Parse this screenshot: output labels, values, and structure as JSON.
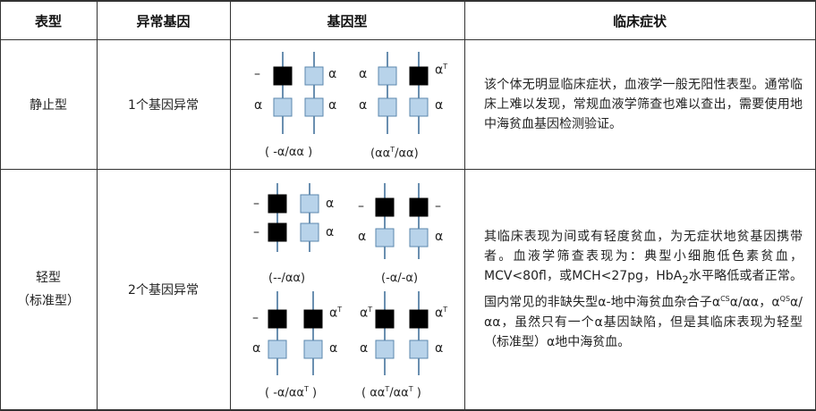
{
  "headers": {
    "phenotype": "表型",
    "abnormal_genes": "异常基因",
    "genotype": "基因型",
    "clinical": "临床症状"
  },
  "rows": [
    {
      "phenotype": "静止型",
      "abnormal_genes": "1个基因异常",
      "genotypes": [
        "( -α/αα )",
        "(αα<sup>T</sup>/αα)"
      ],
      "clinical": "该个体无明显临床症状，血液学一般无阳性表型。通常临床上难以发现，常规血液学筛查也难以查出，需要使用地中海贫血基因检测验证。"
    },
    {
      "phenotype": "轻型",
      "phenotype_sub": "（标准型）",
      "abnormal_genes": "2个基因异常",
      "genotypes": [
        "(--/αα)",
        "(-α/-α)",
        "( -α/αα<sup>T</sup> )",
        "( αα<sup>T</sup>/αα<sup>T</sup> )"
      ],
      "clinical": "其临床表现为间或有轻度贫血，为无症状地贫基因携带者。血液学筛查表现为：典型小细胞低色素贫血，MCV<80fl，或MCH<27pg，HbA<sub>2</sub>水平略低或者正常。国内常见的非缺失型α-地中海贫血杂合子α<sup>CS</sup>α/αα，α<sup>QS</sup>α/αα，虽然只有一个α基因缺陷，但是其临床表现为轻型（标准型）α地中海贫血。"
    }
  ],
  "allele_labels": {
    "alpha": "α",
    "alpha_t": "α<sup>T</sup>",
    "dash": "–"
  },
  "colors": {
    "normal_gene_fill": "#b8d3ea",
    "normal_gene_stroke": "#5b87ad",
    "abnormal_gene_fill": "#000000",
    "strand": "#6a8fb0",
    "border": "#333333"
  }
}
